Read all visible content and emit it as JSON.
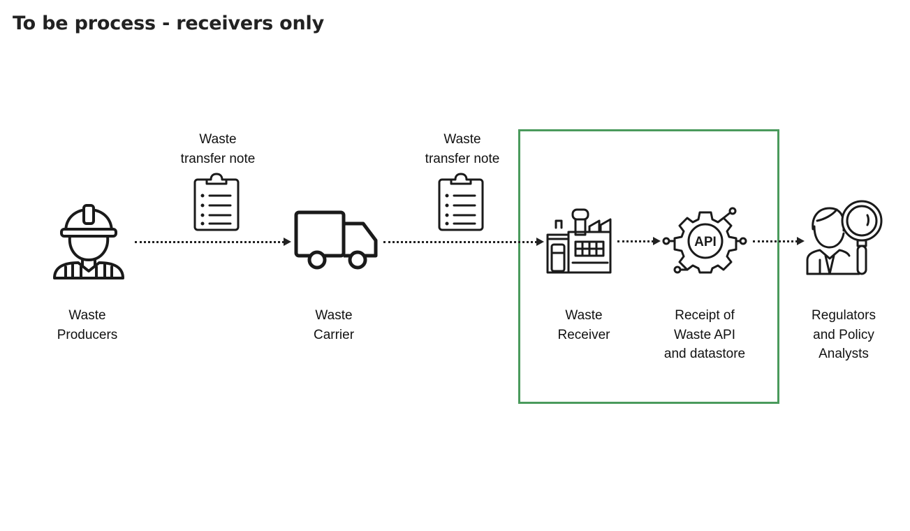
{
  "title": "To be process - receivers only",
  "colors": {
    "highlight": "#4a9a5c",
    "stroke": "#1a1a1a"
  },
  "nodes": [
    {
      "id": "producers",
      "icon": "worker-hardhat-icon",
      "lines": [
        "Waste",
        "Producers"
      ]
    },
    {
      "id": "carrier",
      "icon": "truck-icon",
      "lines": [
        "Waste",
        "Carrier"
      ]
    },
    {
      "id": "receiver",
      "icon": "factory-icon",
      "lines": [
        "Waste",
        "Receiver"
      ]
    },
    {
      "id": "api",
      "icon": "api-gear-icon",
      "lines": [
        "Receipt of",
        "Waste API",
        "and datastore"
      ]
    },
    {
      "id": "regulators",
      "icon": "analyst-magnifier-icon",
      "lines": [
        "Regulators",
        "and Policy",
        "Analysts"
      ]
    }
  ],
  "documents": [
    {
      "icon": "clipboard-icon",
      "lines": [
        "Waste",
        "transfer note"
      ]
    },
    {
      "icon": "clipboard-icon",
      "lines": [
        "Waste",
        "transfer note"
      ]
    }
  ]
}
